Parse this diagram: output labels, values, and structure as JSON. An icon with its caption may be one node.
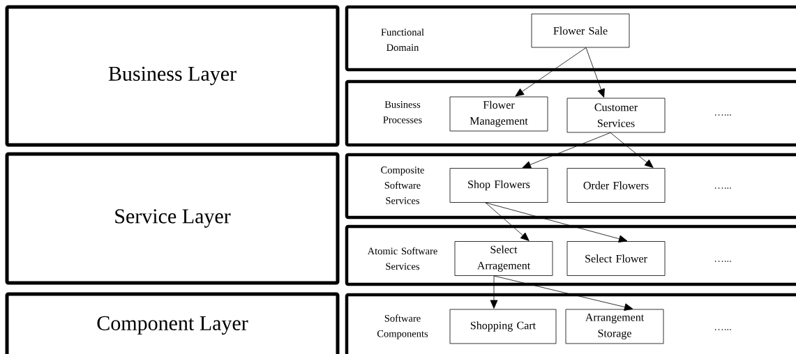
{
  "diagram": {
    "nodes": [
      {
        "text": [
          "Business Layer"
        ]
      },
      {
        "text": [
          "Service Layer"
        ]
      },
      {
        "text": [
          "Component Layer"
        ]
      },
      {
        "text": [
          "Functional Domain"
        ]
      },
      {
        "text": [
          "Flower Sale"
        ],
        "in": 3
      },
      {
        "text": [
          "Business Processes",
          "…..."
        ]
      },
      {
        "text": [
          "Flower Management"
        ],
        "in": 5
      },
      {
        "text": [
          "Customer Services"
        ],
        "in": 5
      },
      {
        "text": [
          "Composite Software Services",
          "…..."
        ]
      },
      {
        "text": [
          "Shop Flowers"
        ],
        "in": 8
      },
      {
        "text": [
          "Order Flowers"
        ],
        "in": 8
      },
      {
        "text": [
          "Atomic Software Services",
          "…..."
        ]
      },
      {
        "text": [
          "Select Arragement"
        ],
        "in": 11
      },
      {
        "text": [
          "Select Flower"
        ],
        "in": 11
      },
      {
        "text": [
          "Software Components",
          "…..."
        ]
      },
      {
        "text": [
          "Shopping Cart"
        ],
        "in": 14
      },
      {
        "text": [
          "Arrangement Storage"
        ],
        "in": 14
      }
    ],
    "edges": [
      {
        "from": 4,
        "to": 6,
        "arrow": "to"
      },
      {
        "from": 4,
        "to": 7,
        "arrow": "to"
      },
      {
        "from": 7,
        "to": 9,
        "arrow": "to"
      },
      {
        "from": 7,
        "to": 10,
        "arrow": "to"
      },
      {
        "from": 9,
        "to": 12,
        "arrow": "to"
      },
      {
        "from": 9,
        "to": 13,
        "arrow": "to"
      },
      {
        "from": 12,
        "to": 15,
        "arrow": "to"
      },
      {
        "from": 12,
        "to": 16,
        "arrow": "to"
      }
    ]
  }
}
